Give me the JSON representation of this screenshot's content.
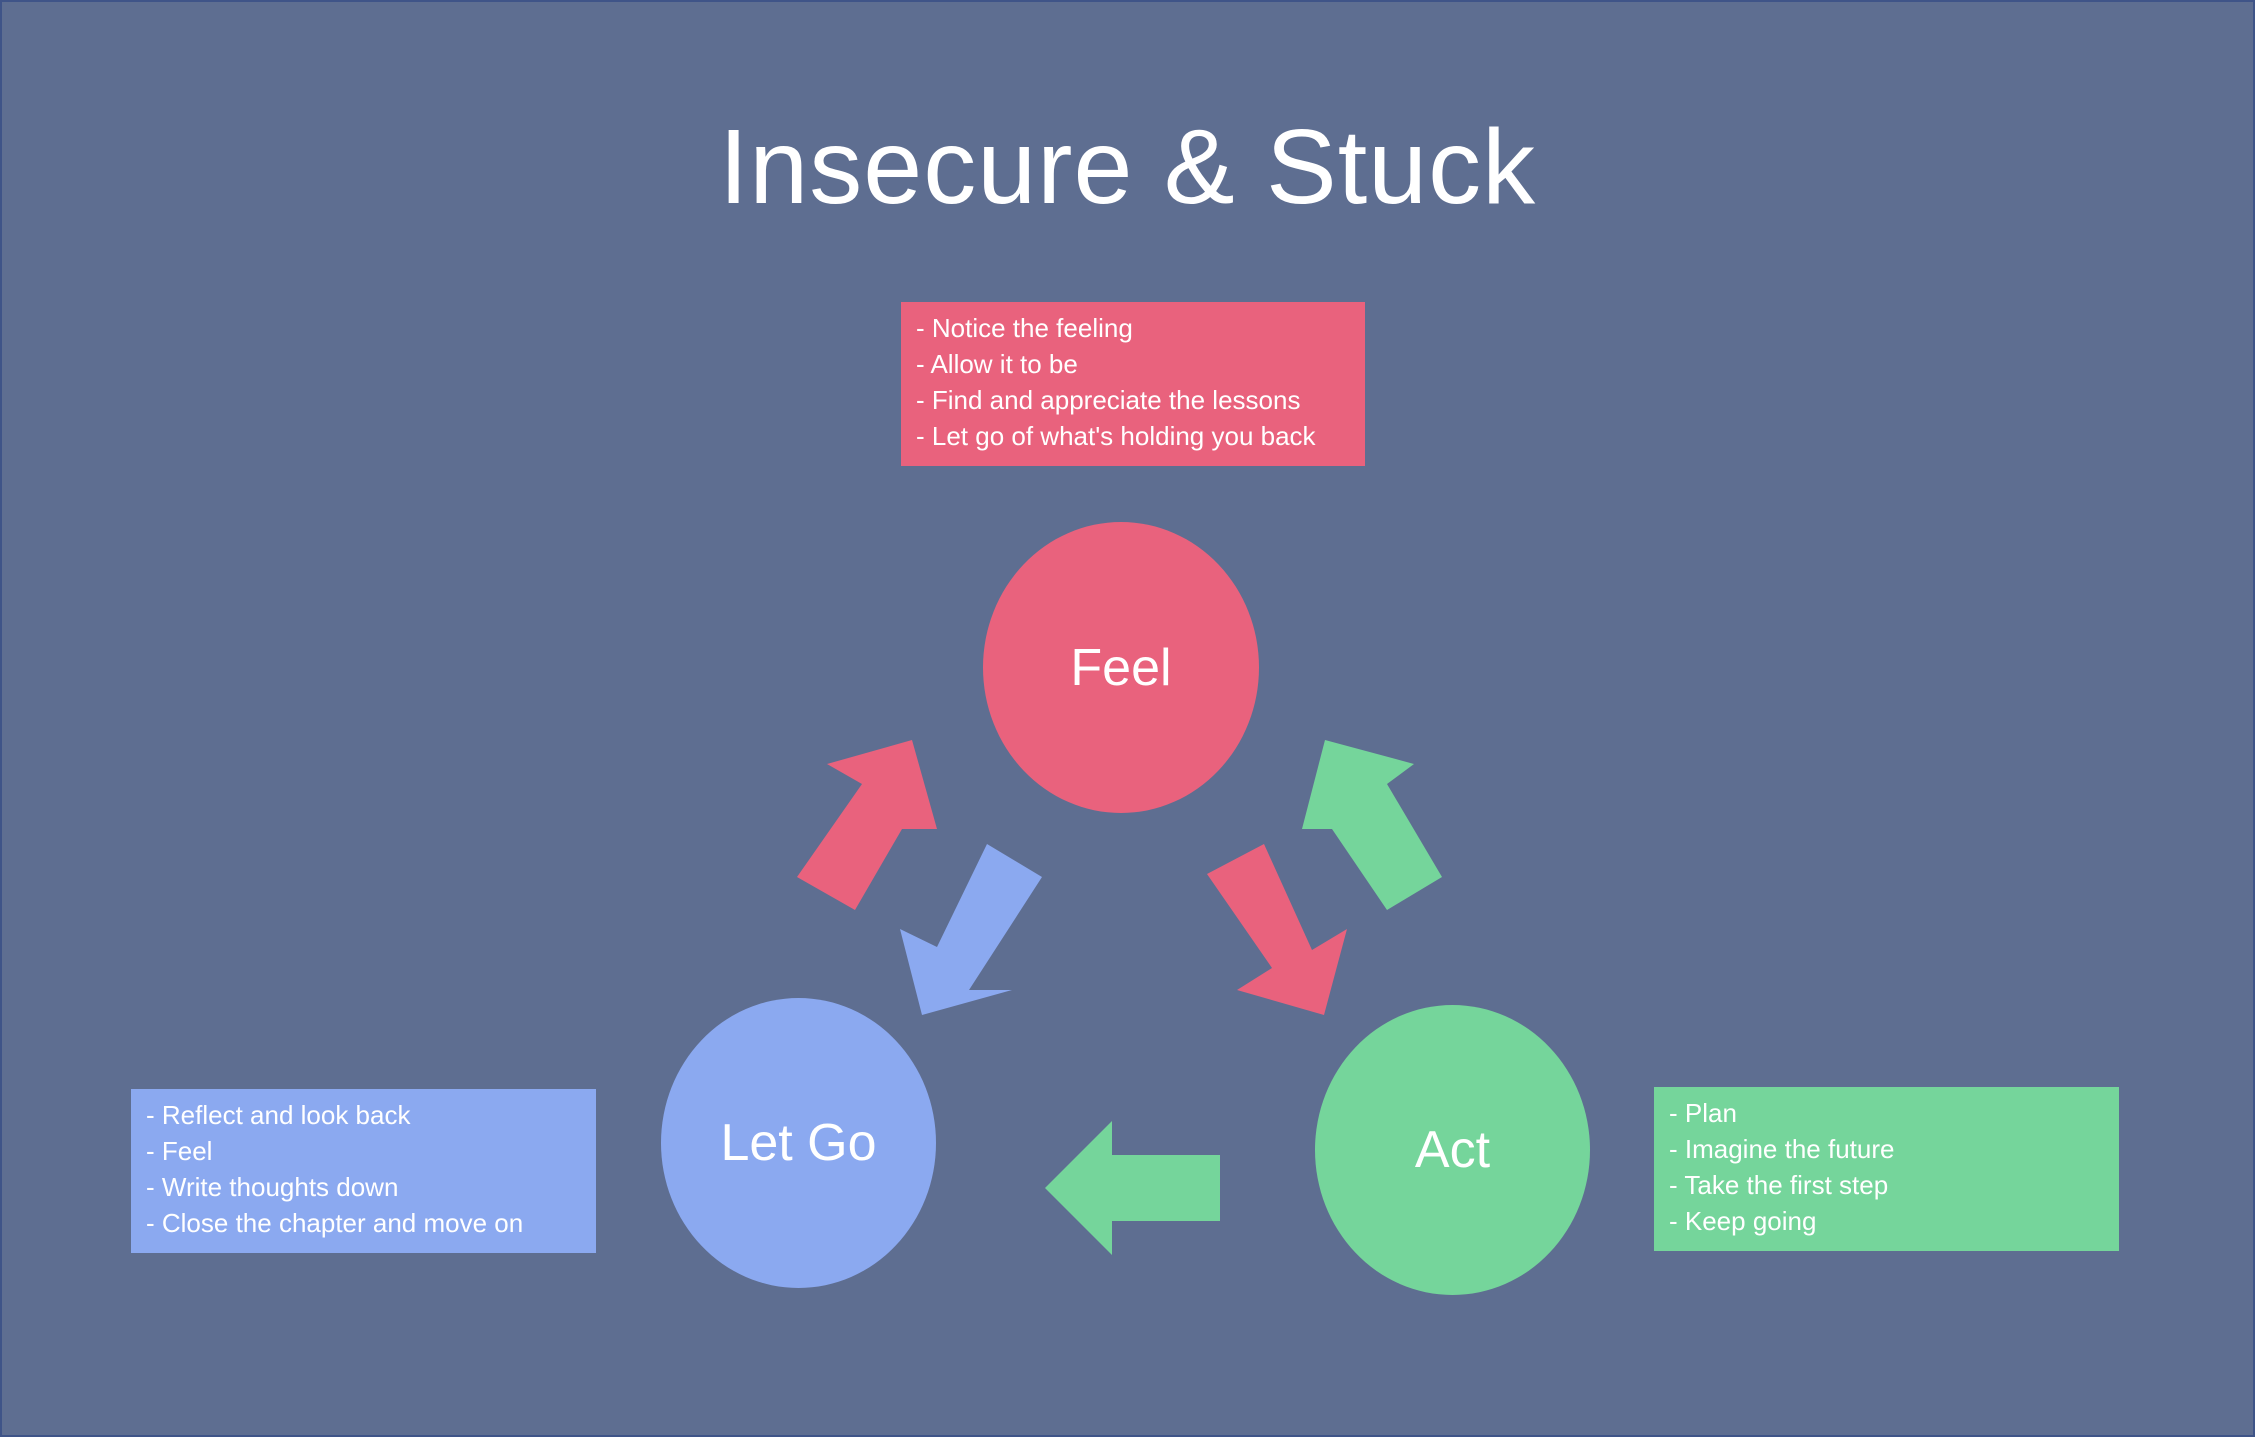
{
  "title": "Insecure & Stuck",
  "colors": {
    "background": "#5e6e91",
    "feel": "#e9627d",
    "let_go": "#8ba9f0",
    "act": "#75d59b",
    "text": "#ffffff"
  },
  "nodes": {
    "feel": {
      "label": "Feel"
    },
    "let_go": {
      "label": "Let Go"
    },
    "act": {
      "label": "Act"
    }
  },
  "notes": {
    "feel": [
      "- Notice the feeling",
      "- Allow it to be",
      "- Find and appreciate the lessons",
      "- Let go of what's holding you back"
    ],
    "let_go": [
      "- Reflect and look back",
      "- Feel",
      "- Write thoughts down",
      "- Close the chapter and move on"
    ],
    "act": [
      "- Plan",
      "- Imagine the future",
      "- Take the first step",
      "- Keep going"
    ]
  },
  "arrows": [
    {
      "from": "let_go",
      "to": "feel",
      "color": "#e9627d",
      "icon": "arrow-up-right"
    },
    {
      "from": "feel",
      "to": "let_go",
      "color": "#8ba9f0",
      "icon": "arrow-down-left"
    },
    {
      "from": "feel",
      "to": "act",
      "color": "#e9627d",
      "icon": "arrow-down-right"
    },
    {
      "from": "act",
      "to": "feel",
      "color": "#75d59b",
      "icon": "arrow-up-left"
    },
    {
      "from": "act",
      "to": "let_go",
      "color": "#75d59b",
      "icon": "arrow-left"
    }
  ]
}
